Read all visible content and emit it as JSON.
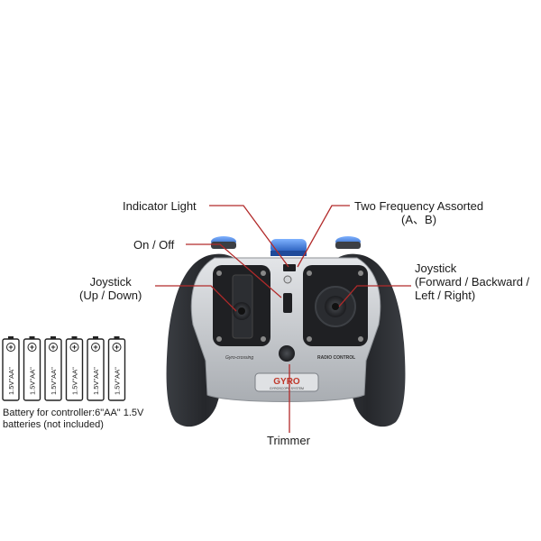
{
  "labels": {
    "indicator_light": "Indicator Light",
    "two_frequency_line1": "Two Frequency Assorted",
    "two_frequency_line2": "(A、B)",
    "on_off": "On / Off",
    "joystick_left_line1": "Joystick",
    "joystick_left_line2": "(Up / Down)",
    "joystick_right_line1": "Joystick",
    "joystick_right_line2": "(Forward / Backward /",
    "joystick_right_line3": "Left / Right)",
    "trimmer": "Trimmer"
  },
  "controller": {
    "brand_text": "GYRO",
    "sub_text": "GYROSCOPE SYSTEM",
    "left_print": "Gyro-crossing",
    "right_print": "RADIO CONTROL"
  },
  "batteries": {
    "count": 6,
    "cell_text": "1.5V\"AA\"",
    "plus_symbol": "+",
    "caption_line1": "Battery for controller:6\"AA\" 1.5V",
    "caption_line2": "batteries (not included)"
  },
  "colors": {
    "leader_line": "#b22a2a",
    "grip": "#2b2d31",
    "body": "#c8cacd",
    "accent_blue": "#2f6fd0"
  }
}
